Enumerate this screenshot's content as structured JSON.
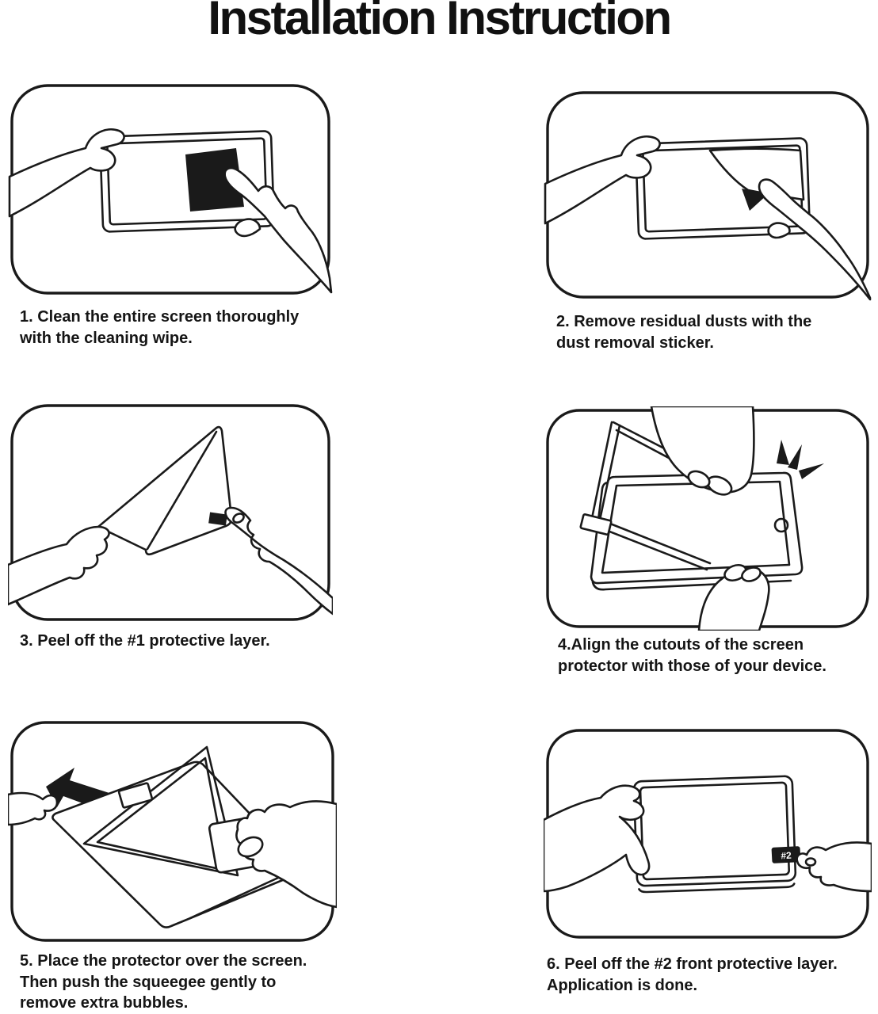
{
  "page": {
    "title": "Installation Instruction"
  },
  "colors": {
    "ink": "#1a1a1a",
    "paper": "#ffffff"
  },
  "steps": [
    {
      "id": 1,
      "illustration": "clean-screen-with-wipe",
      "lines": [
        "1. Clean the entire screen thoroughly",
        "with the cleaning wipe."
      ]
    },
    {
      "id": 2,
      "illustration": "dust-removal-sticker",
      "lines": [
        "2. Remove residual dusts with the",
        "dust removal sticker."
      ]
    },
    {
      "id": 3,
      "illustration": "peel-protective-layer-1",
      "lines": [
        "3. Peel off the #1 protective layer."
      ]
    },
    {
      "id": 4,
      "illustration": "align-cutouts-with-device",
      "lines": [
        "4.Align the cutouts of the screen",
        "protector with those of your device."
      ]
    },
    {
      "id": 5,
      "illustration": "squeegee-out-bubbles",
      "lines": [
        "5. Place the protector over the screen.",
        "Then push the squeegee gently to",
        "remove extra bubbles."
      ]
    },
    {
      "id": 6,
      "illustration": "peel-protective-layer-2",
      "lines": [
        "6. Peel off the #2 front protective layer.",
        "Application is done."
      ]
    }
  ],
  "labels": {
    "step6_tab": "#2"
  }
}
